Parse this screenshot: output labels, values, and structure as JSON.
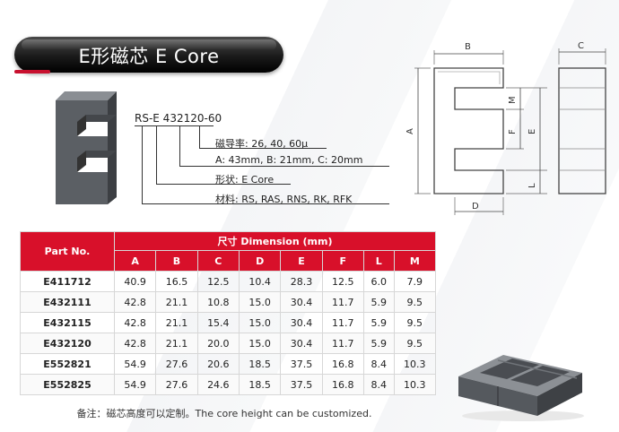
{
  "title": "E形磁芯 E Core",
  "part_code": "RS-E 432120-60",
  "properties": [
    "磁导率: 26, 40, 60μ",
    "A: 43mm, B: 21mm, C: 20mm",
    "形状: E Core",
    "材料: RS, RAS, RNS, RK, RFK"
  ],
  "drawing_labels": {
    "A": "A",
    "B": "B",
    "C": "C",
    "D": "D",
    "E": "E",
    "F": "F",
    "L": "L",
    "M": "M"
  },
  "table": {
    "part_header": "Part No.",
    "dim_header": "尺寸 Dimension (mm)",
    "columns": [
      "A",
      "B",
      "C",
      "D",
      "E",
      "F",
      "L",
      "M"
    ],
    "rows": [
      {
        "part": "E411712",
        "values": [
          "40.9",
          "16.5",
          "12.5",
          "10.4",
          "28.3",
          "12.5",
          "6.0",
          "7.9"
        ]
      },
      {
        "part": "E432111",
        "values": [
          "42.8",
          "21.1",
          "10.8",
          "15.0",
          "30.4",
          "11.7",
          "5.9",
          "9.5"
        ]
      },
      {
        "part": "E432115",
        "values": [
          "42.8",
          "21.1",
          "15.4",
          "15.0",
          "30.4",
          "11.7",
          "5.9",
          "9.5"
        ]
      },
      {
        "part": "E432120",
        "values": [
          "42.8",
          "21.1",
          "20.0",
          "15.0",
          "30.4",
          "11.7",
          "5.9",
          "9.5"
        ]
      },
      {
        "part": "E552821",
        "values": [
          "54.9",
          "27.6",
          "20.6",
          "18.5",
          "37.5",
          "16.8",
          "8.4",
          "10.3"
        ]
      },
      {
        "part": "E552825",
        "values": [
          "54.9",
          "27.6",
          "24.6",
          "18.5",
          "37.5",
          "16.8",
          "8.4",
          "10.3"
        ]
      }
    ]
  },
  "note": "备注：磁芯高度可以定制。The core height can be customized.",
  "colors": {
    "accent": "#d8102a",
    "pill": "#1a1a1a",
    "core": "#5a5e63"
  }
}
